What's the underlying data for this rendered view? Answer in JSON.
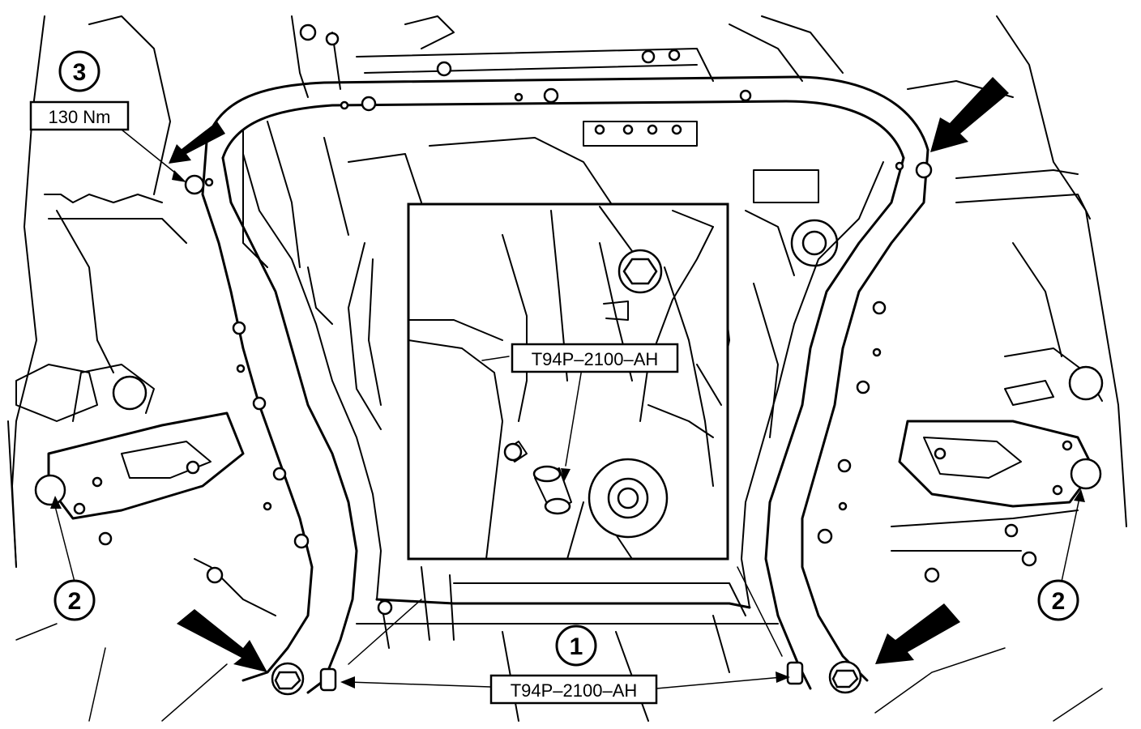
{
  "labels": {
    "torque": "130 Nm",
    "tool_inset": "T94P–2100–AH",
    "tool_bottom": "T94P–2100–AH"
  },
  "callouts": {
    "one": "1",
    "two_left": "2",
    "two_right": "2",
    "three": "3"
  },
  "colors": {
    "line": "#000000",
    "background": "#ffffff"
  }
}
